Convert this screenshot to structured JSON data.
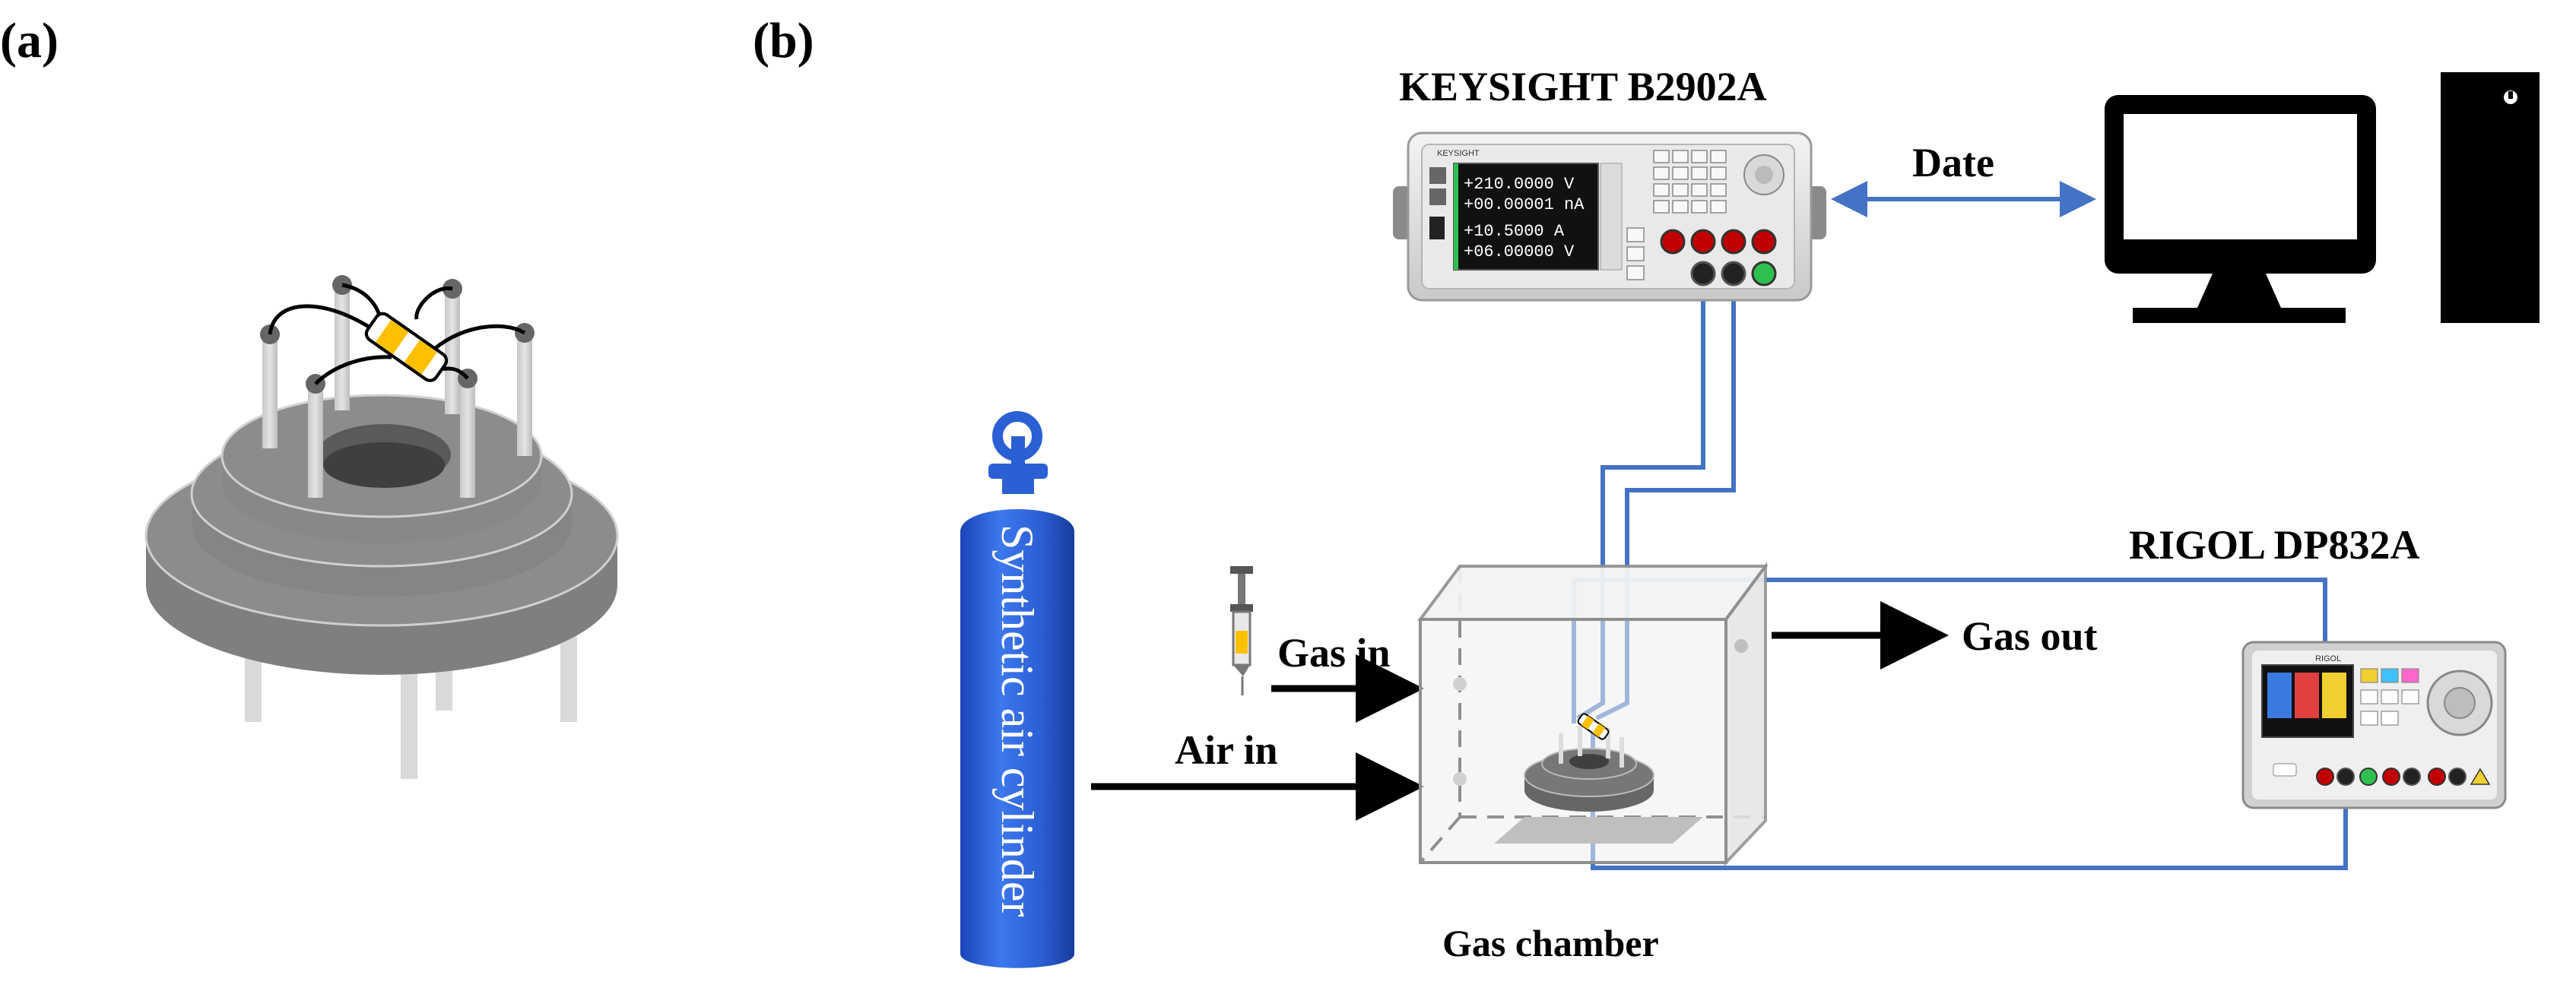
{
  "panels": {
    "a": "(a)",
    "b": "(b)"
  },
  "labels": {
    "keysight": "KEYSIGHT B2902A",
    "rigol": "RIGOL DP832A",
    "date": "Date",
    "gas_in": "Gas in",
    "air_in": "Air in",
    "gas_out": "Gas out",
    "gas_chamber": "Gas chamber",
    "cylinder": "Synthetic air cylinder"
  },
  "keysight_screen": {
    "rows": [
      "+210.0000  V",
      "+00.00001 nA",
      "+10.5000  A",
      "+06.00000  V"
    ]
  },
  "keysight_brand": "KEYSIGHT",
  "rigol_brand": "RIGOL",
  "colors": {
    "wire_blue": "#4472c4",
    "cylinder_blue": "#2b5fd4",
    "base_gray": "#8c8c8c",
    "sensor_yellow": "#ffc000"
  }
}
